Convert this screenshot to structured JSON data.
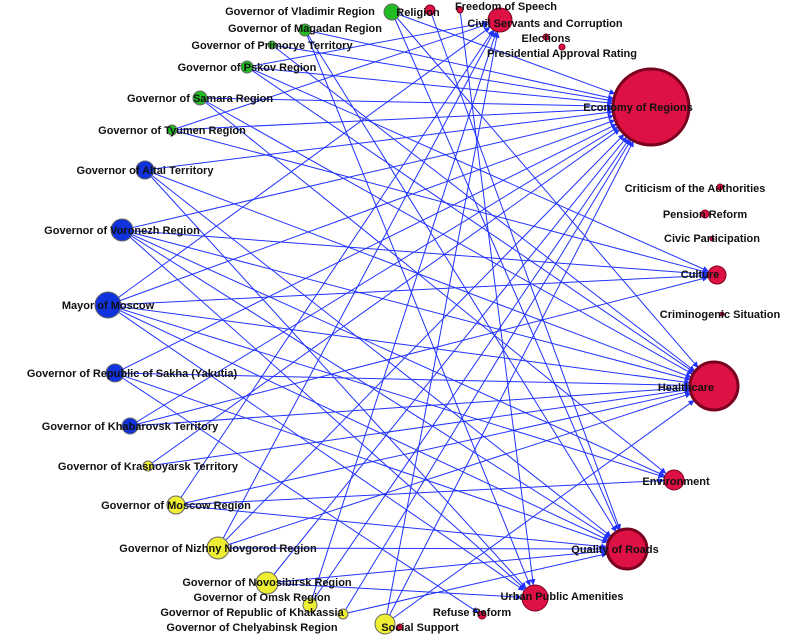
{
  "colors": {
    "edge": "#2233ff",
    "green": "#22bb22",
    "blue": "#1133dd",
    "yellow": "#eeee33",
    "red": "#dd1144",
    "red_stroke": "#7a0020"
  },
  "nodes": [
    {
      "id": "vladimir",
      "label": "Governor of Vladimir Region",
      "group": "green"
    },
    {
      "id": "magadan",
      "label": "Governor of Magadan Region",
      "group": "green"
    },
    {
      "id": "primorye",
      "label": "Governor of Primorye Territory",
      "group": "green"
    },
    {
      "id": "pskov",
      "label": "Governor of Pskov Region",
      "group": "green"
    },
    {
      "id": "samara",
      "label": "Governor of Samara Region",
      "group": "green"
    },
    {
      "id": "tyumen",
      "label": "Governor of Tyumen Region",
      "group": "green"
    },
    {
      "id": "altai",
      "label": "Governor of Altai Territory",
      "group": "blue"
    },
    {
      "id": "voronezh",
      "label": "Governor of Voronezh Region",
      "group": "blue"
    },
    {
      "id": "moscow",
      "label": "Mayor of Moscow",
      "group": "blue"
    },
    {
      "id": "sakha",
      "label": "Governor of Republic of Sakha (Yakutia)",
      "group": "blue"
    },
    {
      "id": "khabarovsk",
      "label": "Governor of Khabarovsk Territory",
      "group": "blue"
    },
    {
      "id": "krasnoyarsk",
      "label": "Governor of Krasnoyarsk Territory",
      "group": "yellow"
    },
    {
      "id": "moscowreg",
      "label": "Governor of Moscow Region",
      "group": "yellow"
    },
    {
      "id": "nizhny",
      "label": "Governor of Nizhny Novgorod Region",
      "group": "yellow"
    },
    {
      "id": "novosibirsk",
      "label": "Governor of Novosibirsk Region",
      "group": "yellow"
    },
    {
      "id": "omsk",
      "label": "Governor of Omsk Region",
      "group": "yellow"
    },
    {
      "id": "khakassia",
      "label": "Governor of Republic of Khakassia",
      "group": "yellow"
    },
    {
      "id": "chelyabinsk",
      "label": "Governor of Chelyabinsk Region",
      "group": "yellow"
    },
    {
      "id": "religion",
      "label": "Religion",
      "group": "red"
    },
    {
      "id": "freedom",
      "label": "Freedom of Speech",
      "group": "red"
    },
    {
      "id": "civil",
      "label": "Civil Servants and Corruption",
      "group": "red"
    },
    {
      "id": "elections",
      "label": "Elections",
      "group": "red"
    },
    {
      "id": "approval",
      "label": "Presidential Approval Rating",
      "group": "red"
    },
    {
      "id": "economy",
      "label": "Economy of Regions",
      "group": "red"
    },
    {
      "id": "criticism",
      "label": "Criticism of the Authorities",
      "group": "red"
    },
    {
      "id": "pension",
      "label": "Pension Reform",
      "group": "red"
    },
    {
      "id": "civic",
      "label": "Civic Participation",
      "group": "red"
    },
    {
      "id": "culture",
      "label": "Culture",
      "group": "red"
    },
    {
      "id": "crime",
      "label": "Criminogenic Situation",
      "group": "red"
    },
    {
      "id": "health",
      "label": "Healthcare",
      "group": "red"
    },
    {
      "id": "environment",
      "label": "Environment",
      "group": "red"
    },
    {
      "id": "roads",
      "label": "Quality of Roads",
      "group": "red"
    },
    {
      "id": "urban",
      "label": "Urban Public Amenities",
      "group": "red"
    },
    {
      "id": "refuse",
      "label": "Refuse Reform",
      "group": "red"
    },
    {
      "id": "social",
      "label": "Social Support",
      "group": "red"
    }
  ],
  "edges": [
    [
      "vladimir",
      "economy"
    ],
    [
      "vladimir",
      "roads"
    ],
    [
      "vladimir",
      "health"
    ],
    [
      "magadan",
      "economy"
    ],
    [
      "magadan",
      "urban"
    ],
    [
      "magadan",
      "roads"
    ],
    [
      "primorye",
      "economy"
    ],
    [
      "primorye",
      "health"
    ],
    [
      "pskov",
      "economy"
    ],
    [
      "pskov",
      "culture"
    ],
    [
      "pskov",
      "civil"
    ],
    [
      "samara",
      "economy"
    ],
    [
      "samara",
      "environment"
    ],
    [
      "tyumen",
      "civil"
    ],
    [
      "tyumen",
      "economy"
    ],
    [
      "altai",
      "economy"
    ],
    [
      "altai",
      "roads"
    ],
    [
      "altai",
      "health"
    ],
    [
      "altai",
      "urban"
    ],
    [
      "voronezh",
      "economy"
    ],
    [
      "voronezh",
      "culture"
    ],
    [
      "voronezh",
      "health"
    ],
    [
      "voronezh",
      "roads"
    ],
    [
      "voronezh",
      "environment"
    ],
    [
      "voronezh",
      "urban"
    ],
    [
      "moscow",
      "economy"
    ],
    [
      "moscow",
      "health"
    ],
    [
      "moscow",
      "culture"
    ],
    [
      "moscow",
      "roads"
    ],
    [
      "moscow",
      "civil"
    ],
    [
      "moscow",
      "environment"
    ],
    [
      "moscow",
      "urban"
    ],
    [
      "sakha",
      "economy"
    ],
    [
      "sakha",
      "health"
    ],
    [
      "sakha",
      "roads"
    ],
    [
      "sakha",
      "refuse"
    ],
    [
      "khabarovsk",
      "health"
    ],
    [
      "khabarovsk",
      "economy"
    ],
    [
      "khabarovsk",
      "culture"
    ],
    [
      "krasnoyarsk",
      "economy"
    ],
    [
      "krasnoyarsk",
      "health"
    ],
    [
      "moscowreg",
      "roads"
    ],
    [
      "moscowreg",
      "health"
    ],
    [
      "moscowreg",
      "environment"
    ],
    [
      "moscowreg",
      "civil"
    ],
    [
      "nizhny",
      "economy"
    ],
    [
      "nizhny",
      "health"
    ],
    [
      "nizhny",
      "roads"
    ],
    [
      "nizhny",
      "civil"
    ],
    [
      "novosibirsk",
      "economy"
    ],
    [
      "novosibirsk",
      "urban"
    ],
    [
      "novosibirsk",
      "roads"
    ],
    [
      "omsk",
      "economy"
    ],
    [
      "omsk",
      "civil"
    ],
    [
      "khakassia",
      "economy"
    ],
    [
      "khakassia",
      "roads"
    ],
    [
      "chelyabinsk",
      "economy"
    ],
    [
      "chelyabinsk",
      "health"
    ],
    [
      "chelyabinsk",
      "civil"
    ],
    [
      "religion",
      "roads"
    ],
    [
      "freedom",
      "urban"
    ],
    [
      "pskov",
      "health"
    ],
    [
      "samara",
      "health"
    ],
    [
      "tyumen",
      "culture"
    ]
  ]
}
